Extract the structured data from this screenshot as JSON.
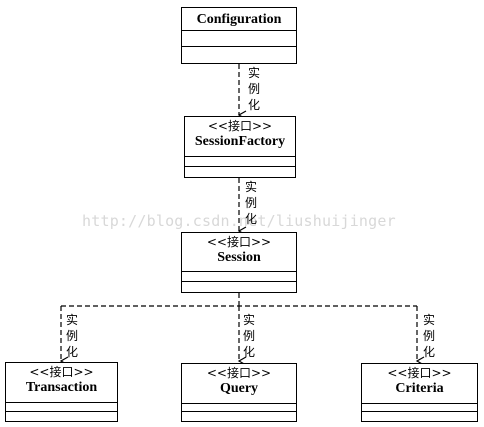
{
  "classes": {
    "configuration": {
      "name": "Configuration"
    },
    "session_factory": {
      "stereotype": "<<接口>>",
      "name": "SessionFactory"
    },
    "session": {
      "stereotype": "<<接口>>",
      "name": "Session"
    },
    "transaction": {
      "stereotype": "<<接口>>",
      "name": "Transaction"
    },
    "query": {
      "stereotype": "<<接口>>",
      "name": "Query"
    },
    "criteria": {
      "stereotype": "<<接口>>",
      "name": "Criteria"
    }
  },
  "relation_label": [
    "实",
    "例",
    "化"
  ],
  "watermark": "http://blog.csdn.net/liushuijinger"
}
